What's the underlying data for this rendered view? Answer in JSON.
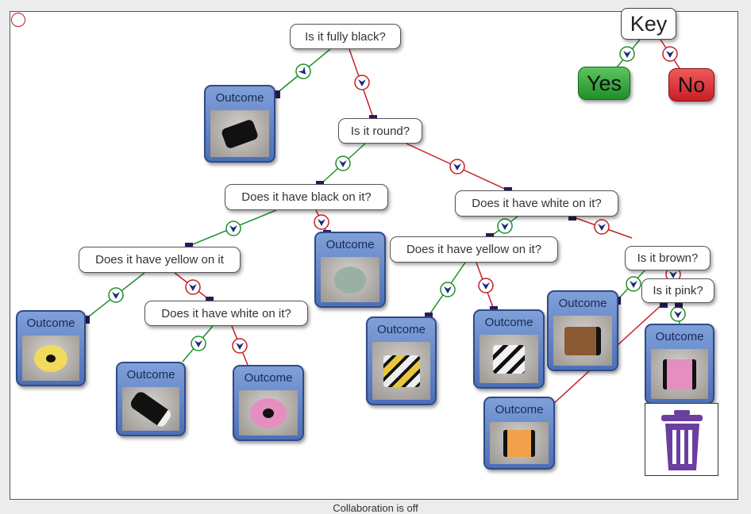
{
  "questions": {
    "q1": "Is it fully black?",
    "q2": "Is it round?",
    "q3": "Does it have black on it?",
    "q4": "Does it have white on it?",
    "q5": "Does it have yellow on it",
    "q6": "Does it have yellow on it?",
    "q7": "Does it have white on it?",
    "q8": "Is it brown?",
    "q9": "Is it pink?"
  },
  "outcome_label": "Outcome",
  "key": {
    "title": "Key",
    "yes": "Yes",
    "no": "No"
  },
  "status": "Collaboration is off",
  "colors": {
    "yes": "#1e8f2a",
    "no": "#c81e25",
    "outcome": "#4d6fb6",
    "trash": "#6a3fa0"
  },
  "icons": [
    "trash-icon",
    "yes-arrow-icon",
    "no-arrow-icon"
  ]
}
